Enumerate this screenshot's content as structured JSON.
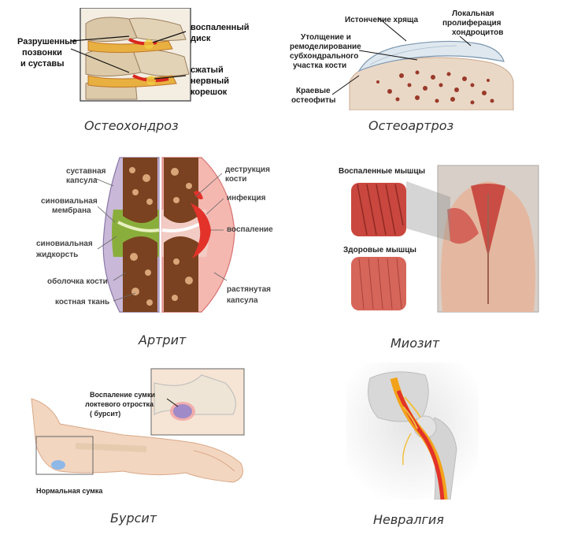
{
  "panels": {
    "osteochondrosis": {
      "caption": "Остеохондроз",
      "labels": {
        "destroyed_1": "Разрушенные",
        "destroyed_2": "позвонки",
        "destroyed_3": "и суставы",
        "disc_1": "воспаленный",
        "disc_2": "диск",
        "root_1": "сжатый",
        "root_2": "нервный",
        "root_3": "корешок"
      }
    },
    "osteoarthrosis": {
      "caption": "Остеоартроз",
      "labels": {
        "thinning": "Истончение хряща",
        "prolif_1": "Локальная",
        "prolif_2": "пролиферация",
        "prolif_3": "хондроцитов",
        "thick_1": "Утолщение и",
        "thick_2": "ремоделирование",
        "thick_3": "субхондрального",
        "thick_4": "участка кости",
        "osteo_1": "Краевые",
        "osteo_2": "остеофиты"
      }
    },
    "arthritis": {
      "caption": "Артрит",
      "labels": {
        "capsule_1": "суставная",
        "capsule_2": "капсула",
        "synmem_1": "синовиальная",
        "synmem_2": "мембрана",
        "synfl_1": "синовиальная",
        "synfl_2": "жидкорсть",
        "shell": "оболочка кости",
        "tissue": "костная ткань",
        "destr_1": "деструкция",
        "destr_2": "кости",
        "infection": "инфекция",
        "inflam": "воспаление",
        "stretch_1": "растянутая",
        "stretch_2": "капсула"
      }
    },
    "myositis": {
      "caption": "Миозит",
      "labels": {
        "inflamed": "Воспаленные мышцы",
        "healthy": "Здоровые мышцы"
      }
    },
    "bursitis": {
      "caption": "Бурсит",
      "labels": {
        "inflam_1": "Воспаление сумки",
        "inflam_2": "локтевого отростка",
        "inflam_3": "( бурсит)",
        "normal": "Нормальная сумка"
      }
    },
    "neuralgia": {
      "caption": "Невралгия"
    }
  },
  "colors": {
    "bone": "#e9d9b8",
    "bone_dark": "#7a4a2a",
    "inflamed_red": "#e2322a",
    "muscle": "#c9473e",
    "skin": "#f3d6c0",
    "nerve": "#f2a21a"
  }
}
